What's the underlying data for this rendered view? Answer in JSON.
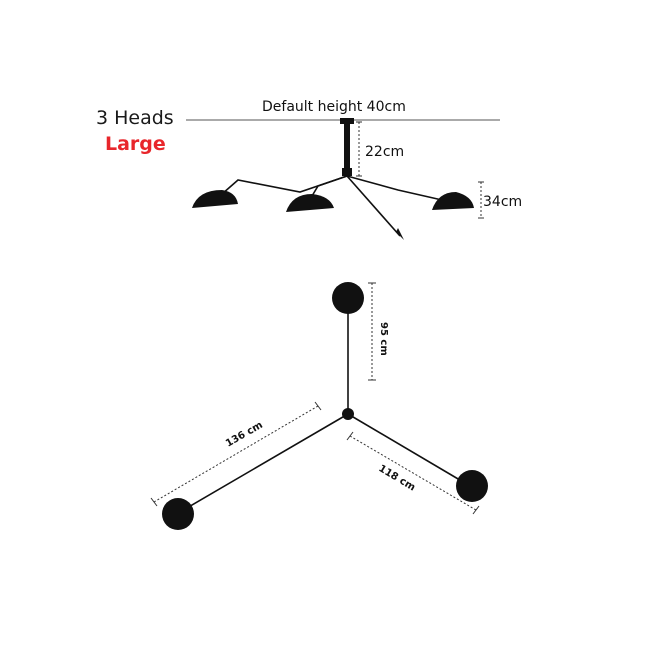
{
  "header": {
    "heads_label": "3 Heads",
    "size_label": "Large",
    "size_color": "#e8262b"
  },
  "side_view": {
    "default_height_label": "Default height 40cm",
    "stem_label": "22cm",
    "shade_label": "34cm"
  },
  "top_view": {
    "top_arm_label": "95 cm",
    "left_arm_label": "136 cm",
    "right_arm_label": "118 cm"
  }
}
